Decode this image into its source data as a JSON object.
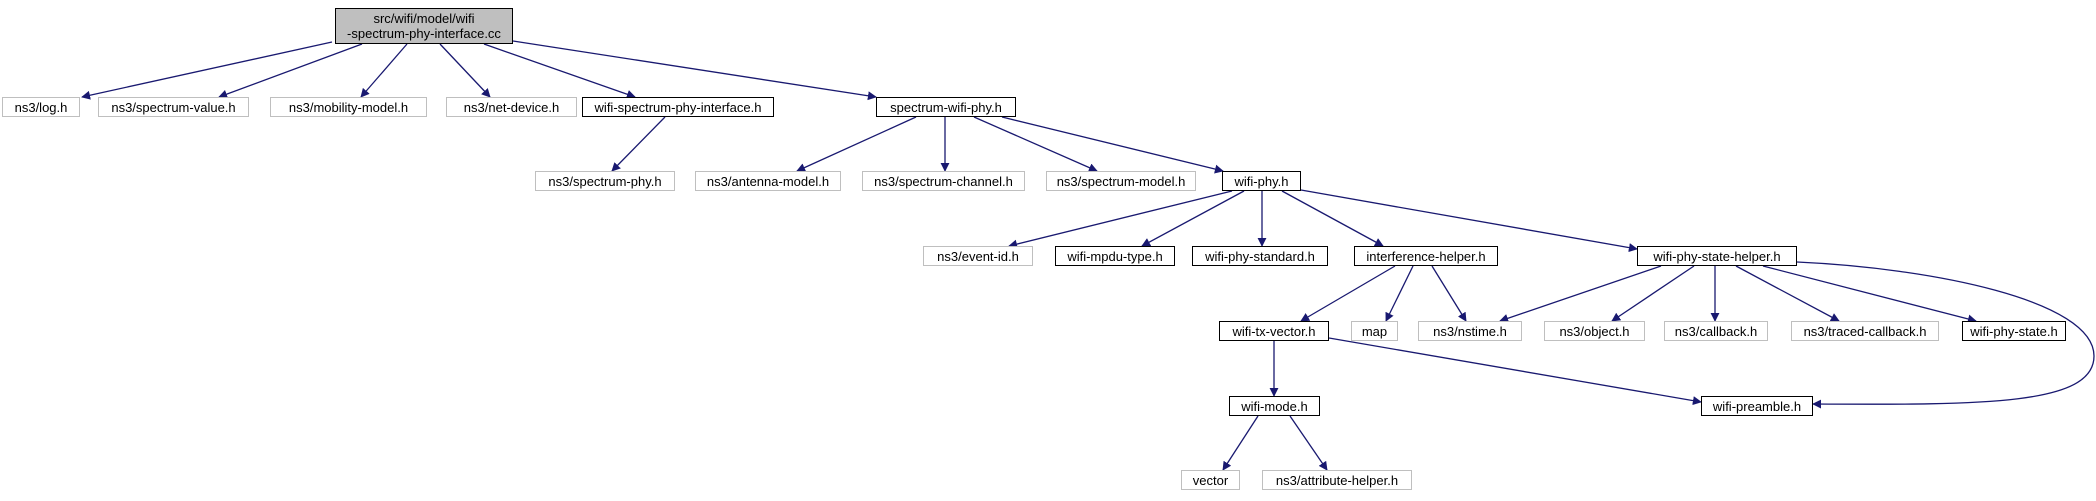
{
  "root": {
    "line1": "src/wifi/model/wifi",
    "line2": "-spectrum-phy-interface.cc"
  },
  "nodes": {
    "log": "ns3/log.h",
    "spectrum_value": "ns3/spectrum-value.h",
    "mobility_model": "ns3/mobility-model.h",
    "net_device": "ns3/net-device.h",
    "wsp_interface": "wifi-spectrum-phy-interface.h",
    "spectrum_wifi_phy": "spectrum-wifi-phy.h",
    "spectrum_phy": "ns3/spectrum-phy.h",
    "antenna_model": "ns3/antenna-model.h",
    "spectrum_channel": "ns3/spectrum-channel.h",
    "spectrum_model": "ns3/spectrum-model.h",
    "wifi_phy": "wifi-phy.h",
    "event_id": "ns3/event-id.h",
    "wifi_mpdu_type": "wifi-mpdu-type.h",
    "wifi_phy_standard": "wifi-phy-standard.h",
    "interference_helper": "interference-helper.h",
    "wifi_phy_state_helper": "wifi-phy-state-helper.h",
    "wifi_tx_vector": "wifi-tx-vector.h",
    "map": "map",
    "nstime": "ns3/nstime.h",
    "object": "ns3/object.h",
    "callback": "ns3/callback.h",
    "traced_callback": "ns3/traced-callback.h",
    "wifi_phy_state": "wifi-phy-state.h",
    "wifi_mode": "wifi-mode.h",
    "wifi_preamble": "wifi-preamble.h",
    "vector": "vector",
    "attribute_helper": "ns3/attribute-helper.h"
  },
  "colors": {
    "edge": "#191970",
    "local_border": "#000000",
    "system_border": "#bfbfbf",
    "root_fill": "#bfbfbf"
  }
}
